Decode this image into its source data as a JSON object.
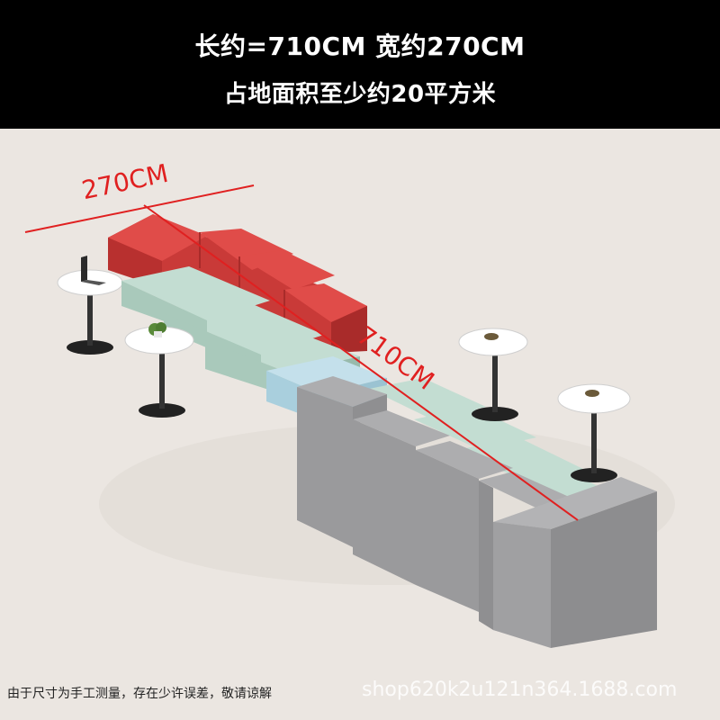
{
  "banner": {
    "line1": "长约=710CM  宽约270CM",
    "line2": "占地面积至少约20平方米"
  },
  "dimensions": {
    "width_label": "270CM",
    "length_label": "710CM"
  },
  "footer": {
    "note": "由于尺寸为手工测量，存在少许误差，敬请谅解",
    "watermark": "shop620k2u121n364.1688.com"
  },
  "colors": {
    "background": "#ebe6e1",
    "banner": "#000000",
    "red_seat": "#d8403e",
    "mint_seat": "#b9d8cb",
    "blue_seat": "#b5d6e3",
    "gray_seat": "#9c9c9e",
    "dimension_line": "#e02020"
  },
  "icons": [
    "laptop-icon",
    "potted-plant-icon"
  ]
}
